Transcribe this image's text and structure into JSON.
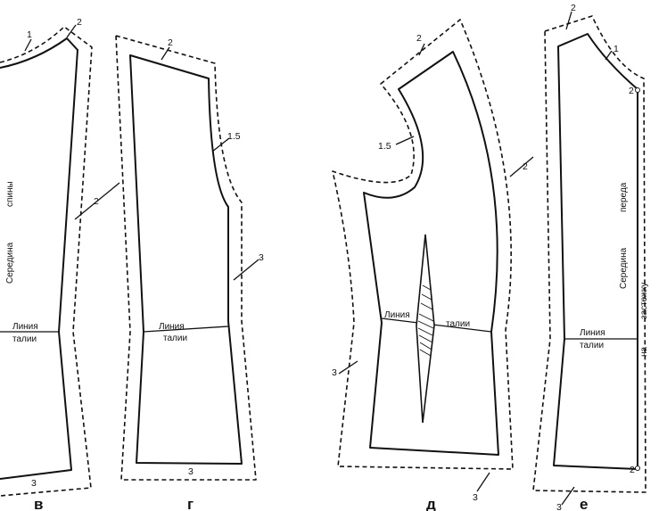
{
  "pieces": [
    {
      "label": "в",
      "waist_line": [
        "Линия",
        "талии"
      ],
      "vertical_text": [
        "Середина",
        "спины"
      ],
      "allowances": [
        "1",
        "2",
        "2",
        "3"
      ]
    },
    {
      "label": "г",
      "waist_line": [
        "Линия",
        "талии"
      ],
      "allowances": [
        "2",
        "1.5",
        "3",
        "3"
      ]
    },
    {
      "label": "д",
      "waist_line": [
        "Линия",
        "талии"
      ],
      "allowances": [
        "2",
        "1.5",
        "2",
        "3",
        "3"
      ]
    },
    {
      "label": "е",
      "waist_line": [
        "Линия",
        "талии"
      ],
      "vertical_text": [
        "Середина",
        "переда",
        "на",
        "застежку"
      ],
      "allowances": [
        "2",
        "1",
        "2",
        "2",
        "3"
      ]
    }
  ]
}
